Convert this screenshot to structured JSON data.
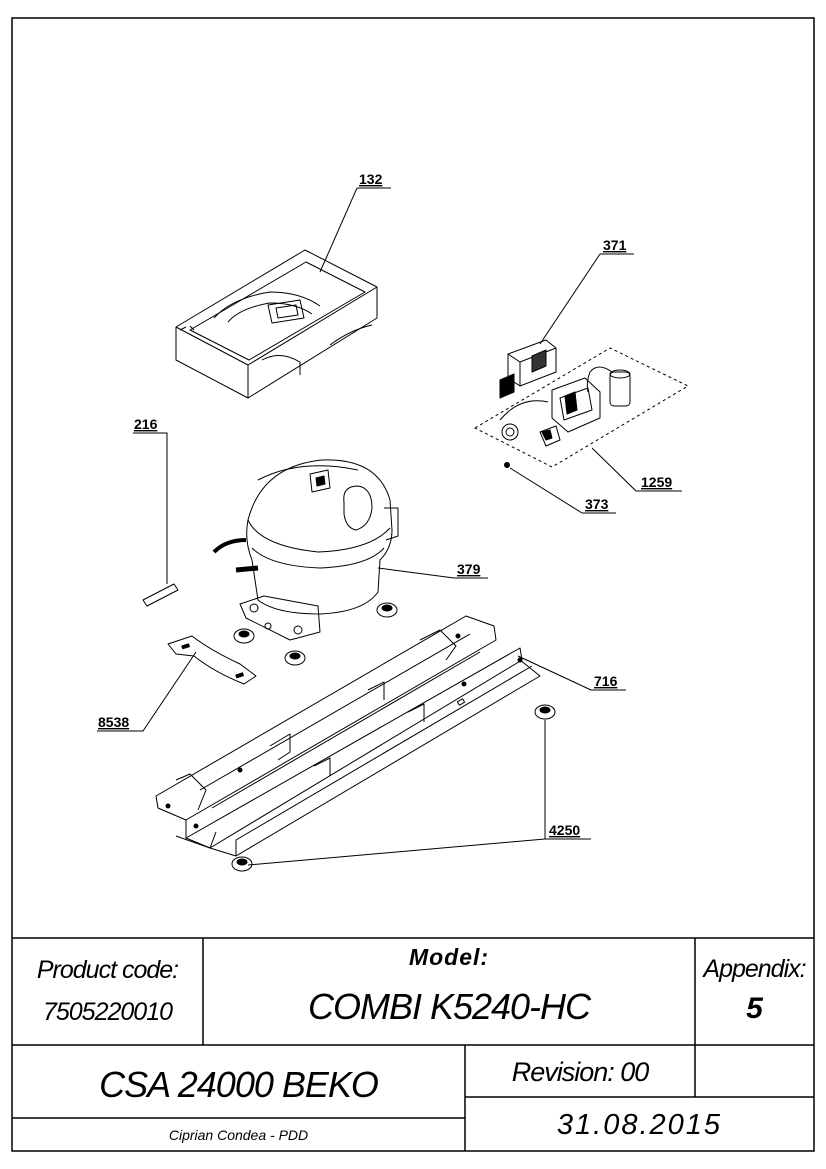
{
  "callouts": {
    "c132": "132",
    "c371": "371",
    "c216": "216",
    "c1259": "1259",
    "c373": "373",
    "c379": "379",
    "c716": "716",
    "c8538": "8538",
    "c4250": "4250"
  },
  "title_block": {
    "product_code_label": "Product code:",
    "product_code": "7505220010",
    "model_label": "Model:",
    "model": "COMBI K5240-HC",
    "appendix_label": "Appendix:",
    "appendix": "5",
    "assembly": "CSA 24000 BEKO",
    "revision": "Revision: 00",
    "author": "Ciprian Condea - PDD",
    "date": "31.08.2015"
  }
}
